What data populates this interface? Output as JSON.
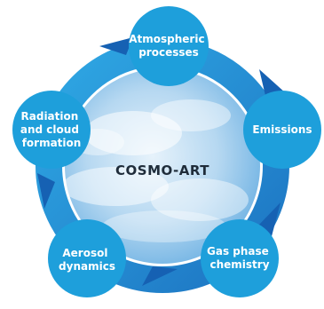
{
  "center": {
    "label": "COSMO-ART"
  },
  "nodes": [
    {
      "id": "atmospheric-processes",
      "lines": [
        "Atmospheric",
        "processes"
      ]
    },
    {
      "id": "emissions",
      "lines": [
        "Emissions"
      ]
    },
    {
      "id": "gas-phase-chemistry",
      "lines": [
        "Gas phase",
        "chemistry"
      ]
    },
    {
      "id": "aerosol-dynamics",
      "lines": [
        "Aerosol",
        "dynamics"
      ]
    },
    {
      "id": "radiation-and-cloud-formation",
      "lines": [
        "Radiation",
        "and cloud",
        "formation"
      ]
    }
  ],
  "colors": {
    "node_fill": "#1e9fdb",
    "ring": "#2a8fd0",
    "arrow_dark": "#1661b3",
    "sky_light": "#e6f2fb",
    "sky_dark": "#6fb2e3",
    "center_text": "#1f2c3a"
  }
}
